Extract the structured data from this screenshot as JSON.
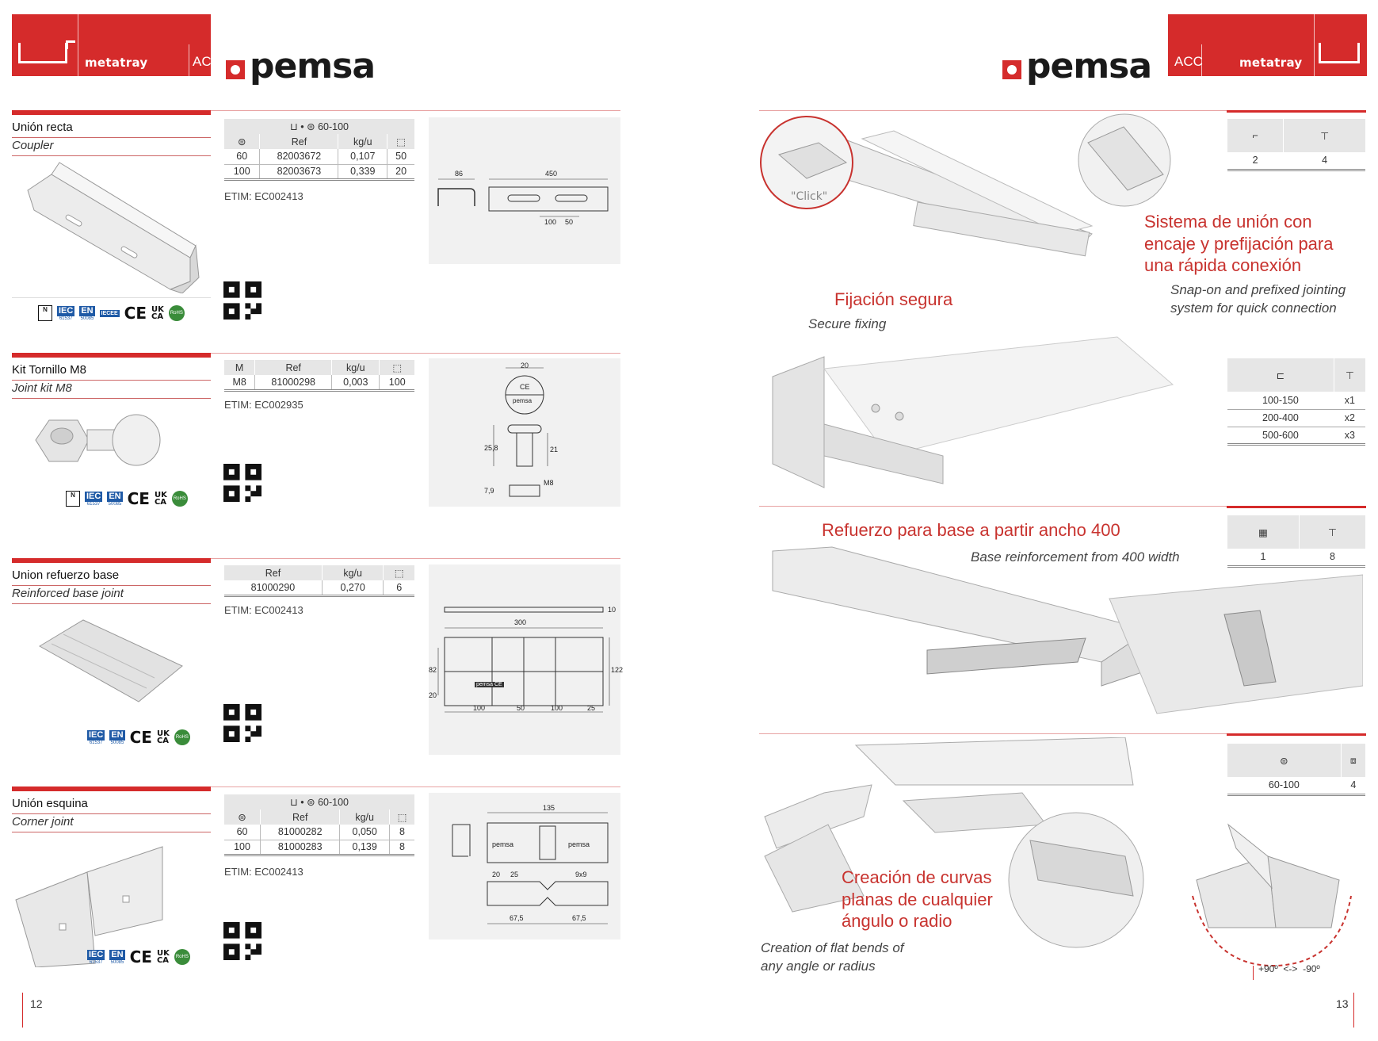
{
  "header_left": {
    "series": "metatray",
    "acc": "ACC",
    "brand": "pemsa"
  },
  "header_right": {
    "series": "metatray",
    "acc": "ACC",
    "brand": "pemsa"
  },
  "products": [
    {
      "title": "Unión recta",
      "subtitle": "Coupler",
      "range_label": "60-100",
      "headers": [
        "",
        "Ref",
        "kg/u",
        ""
      ],
      "rows": [
        [
          "60",
          "82003672",
          "0,107",
          "50"
        ],
        [
          "100",
          "82003673",
          "0,339",
          "20"
        ]
      ],
      "etim": "ETIM: EC002413",
      "dims": [
        "86",
        "450",
        "100",
        "50"
      ]
    },
    {
      "title": "Kit Tornillo  M8",
      "subtitle": "Joint kit M8",
      "headers": [
        "M",
        "Ref",
        "kg/u",
        ""
      ],
      "rows": [
        [
          "M8",
          "81000298",
          "0,003",
          "100"
        ]
      ],
      "etim": "ETIM: EC002935",
      "dims": [
        "20",
        "25,8",
        "21",
        "7,9",
        "M8"
      ],
      "screw_head_text": "CE",
      "screw_head_brand": "pemsa"
    },
    {
      "title": "Union refuerzo base",
      "subtitle": "Reinforced base joint",
      "headers": [
        "Ref",
        "kg/u",
        ""
      ],
      "rows": [
        [
          "81000290",
          "0,270",
          "6"
        ]
      ],
      "etim": "ETIM: EC002413",
      "dims": [
        "10",
        "300",
        "122",
        "82",
        "20",
        "100",
        "50",
        "100",
        "25"
      ],
      "plate_brand": "pemsa CE"
    },
    {
      "title": "Unión esquina",
      "subtitle": "Corner joint",
      "range_label": "60-100",
      "headers": [
        "",
        "Ref",
        "kg/u",
        ""
      ],
      "rows": [
        [
          "60",
          "81000282",
          "0,050",
          "8"
        ],
        [
          "100",
          "81000283",
          "0,139",
          "8"
        ]
      ],
      "etim": "ETIM: EC002413",
      "dims": [
        "135",
        "20",
        "25",
        "9x9",
        "67,5",
        "67,5"
      ],
      "part_brand": "pemsa"
    }
  ],
  "certifications": {
    "iec": "IEC",
    "iec_num": "61537",
    "en": "EN",
    "en_num": "50085",
    "iecee": "IECEE",
    "ce": "CE",
    "ukca1": "UK",
    "ukca2": "CA",
    "rohs": "RoHS"
  },
  "right_page": {
    "feature1": {
      "title_es": "Sistema de unión con encaje y prefijación para una rápida conexión",
      "title_en": "Snap-on and prefixed jointing system for quick connection",
      "click_label": "\"Click\"",
      "table": {
        "rows": [
          [
            "2",
            "4"
          ]
        ]
      }
    },
    "feature2": {
      "title_es": "Fijación segura",
      "title_en": "Secure fixing",
      "table": {
        "rows": [
          [
            "100-150",
            "x1"
          ],
          [
            "200-400",
            "x2"
          ],
          [
            "500-600",
            "x3"
          ]
        ]
      }
    },
    "feature3": {
      "title_es": "Refuerzo para base a partir ancho 400",
      "title_en": "Base reinforcement from 400 width",
      "table": {
        "rows": [
          [
            "1",
            "8"
          ]
        ]
      }
    },
    "feature4": {
      "title_es": "Creación de curvas planas de cualquier ángulo o radio",
      "title_en": "Creation of flat bends of any angle or radius",
      "angle_label": "+90º  <->  -90º",
      "table": {
        "rows": [
          [
            "60-100",
            "4"
          ]
        ]
      }
    }
  },
  "page_left": "12",
  "page_right": "13"
}
